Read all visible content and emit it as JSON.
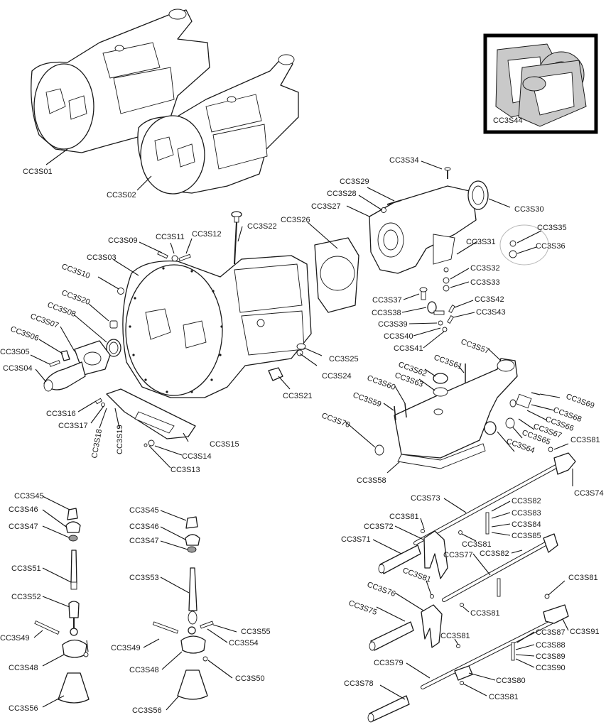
{
  "labels": {
    "s01": "CC3S01",
    "s02": "CC3S02",
    "s03": "CC3S03",
    "s04": "CC3S04",
    "s05": "CC3S05",
    "s06": "CC3S06",
    "s07": "CC3S07",
    "s08": "CC3S08",
    "s09": "CC3S09",
    "s10": "CC3S10",
    "s11": "CC3S11",
    "s12": "CC3S12",
    "s13": "CC3S13",
    "s14": "CC3S14",
    "s15": "CC3S15",
    "s16": "CC3S16",
    "s17": "CC3S17",
    "s18": "CC3S18",
    "s19": "CC3S19",
    "s20": "CC3S20",
    "s21": "CC3S21",
    "s22": "CC3S22",
    "s24": "CC3S24",
    "s25": "CC3S25",
    "s26": "CC3S26",
    "s27": "CC3S27",
    "s28": "CC3S28",
    "s29": "CC3S29",
    "s30": "CC3S30",
    "s31": "CC3S31",
    "s32": "CC3S32",
    "s33": "CC3S33",
    "s34": "CC3S34",
    "s35": "CC3S35",
    "s36": "CC3S36",
    "s37": "CC3S37",
    "s38": "CC3S38",
    "s39": "CC3S39",
    "s40": "CC3S40",
    "s41": "CC3S41",
    "s42": "CC3S42",
    "s43": "CC3S43",
    "s44": "CC3S44",
    "s45a": "CC3S45",
    "s45b": "CC3S45",
    "s46a": "CC3S46",
    "s46b": "CC3S46",
    "s47a": "CC3S47",
    "s47b": "CC3S47",
    "s48a": "CC3S48",
    "s48b": "CC3S48",
    "s49a": "CC3S49",
    "s49b": "CC3S49",
    "s50": "CC3S50",
    "s51": "CC3S51",
    "s52": "CC3S52",
    "s53": "CC3S53",
    "s54": "CC3S54",
    "s55": "CC3S55",
    "s56a": "CC3S56",
    "s56b": "CC3S56",
    "s57": "CC3S57",
    "s58": "CC3S58",
    "s59": "CC3S59",
    "s60": "CC3S60",
    "s61": "CC3S61",
    "s62": "CC3S62",
    "s63": "CC3S63",
    "s64": "CC3S64",
    "s65": "CC3S65",
    "s66": "CC3S66",
    "s67": "CC3S67",
    "s68": "CC3S68",
    "s69": "CC3S69",
    "s70": "CC3S70",
    "s71": "CC3S71",
    "s72": "CC3S72",
    "s73": "CC3S73",
    "s74": "CC3S74",
    "s75": "CC3S75",
    "s76": "CC3S76",
    "s77": "CC3S77",
    "s78": "CC3S78",
    "s79": "CC3S79",
    "s80": "CC3S80",
    "s81a": "CC3S81",
    "s81b": "CC3S81",
    "s81c": "CC3S81",
    "s81d": "CC3S81",
    "s81e": "CC3S81",
    "s81f": "CC3S81",
    "s81g": "CC3S81",
    "s81h": "CC3S81",
    "s82a": "CC3S82",
    "s82b": "CC3S82",
    "s83": "CC3S83",
    "s84": "CC3S84",
    "s85": "CC3S85",
    "s87": "CC3S87",
    "s88": "CC3S88",
    "s89": "CC3S89",
    "s90": "CC3S90",
    "s91": "CC3S91"
  },
  "colors": {
    "line": "#1a1a1a",
    "inset_frame": "#000000",
    "gasket_fill": "#c9c9c9"
  }
}
